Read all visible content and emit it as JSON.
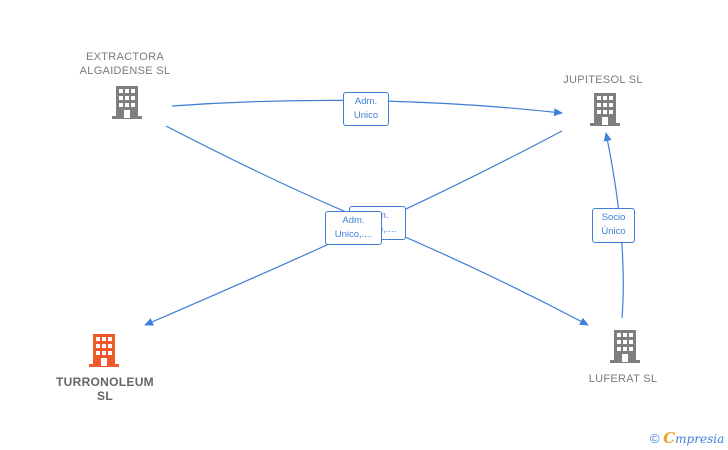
{
  "colors": {
    "company": "#7f7f7f",
    "focus": "#f0592b",
    "edge": "#3f7fd6"
  },
  "nodes": [
    {
      "id": "extractora",
      "label_lines": [
        "EXTRACTORA",
        "ALGAIDENSE SL"
      ],
      "icon": "building-icon",
      "focus": false
    },
    {
      "id": "jupitesol",
      "label_lines": [
        "JUPITESOL  SL"
      ],
      "icon": "building-icon",
      "focus": false
    },
    {
      "id": "turronoleum",
      "label_lines": [
        "TURRONOLEUM",
        "SL"
      ],
      "icon": "building-icon",
      "focus": true
    },
    {
      "id": "luferat",
      "label_lines": [
        "LUFERAT  SL"
      ],
      "icon": "building-icon",
      "focus": false
    }
  ],
  "edges": [
    {
      "from": "extractora",
      "to": "jupitesol",
      "label_lines": [
        "Adm.",
        "Unico"
      ]
    },
    {
      "from": "extractora",
      "to": "luferat",
      "label_lines": [
        "Adm.",
        "Unico,...."
      ]
    },
    {
      "from": "jupitesol",
      "to": "turronoleum",
      "label_lines": [
        "Adm.",
        "Unico,...."
      ]
    },
    {
      "from": "luferat",
      "to": "jupitesol",
      "label_lines": [
        "Socio",
        "Único"
      ]
    }
  ],
  "footer": {
    "copyright": "©",
    "brand_initial": "C",
    "brand_rest": "mpresia"
  }
}
